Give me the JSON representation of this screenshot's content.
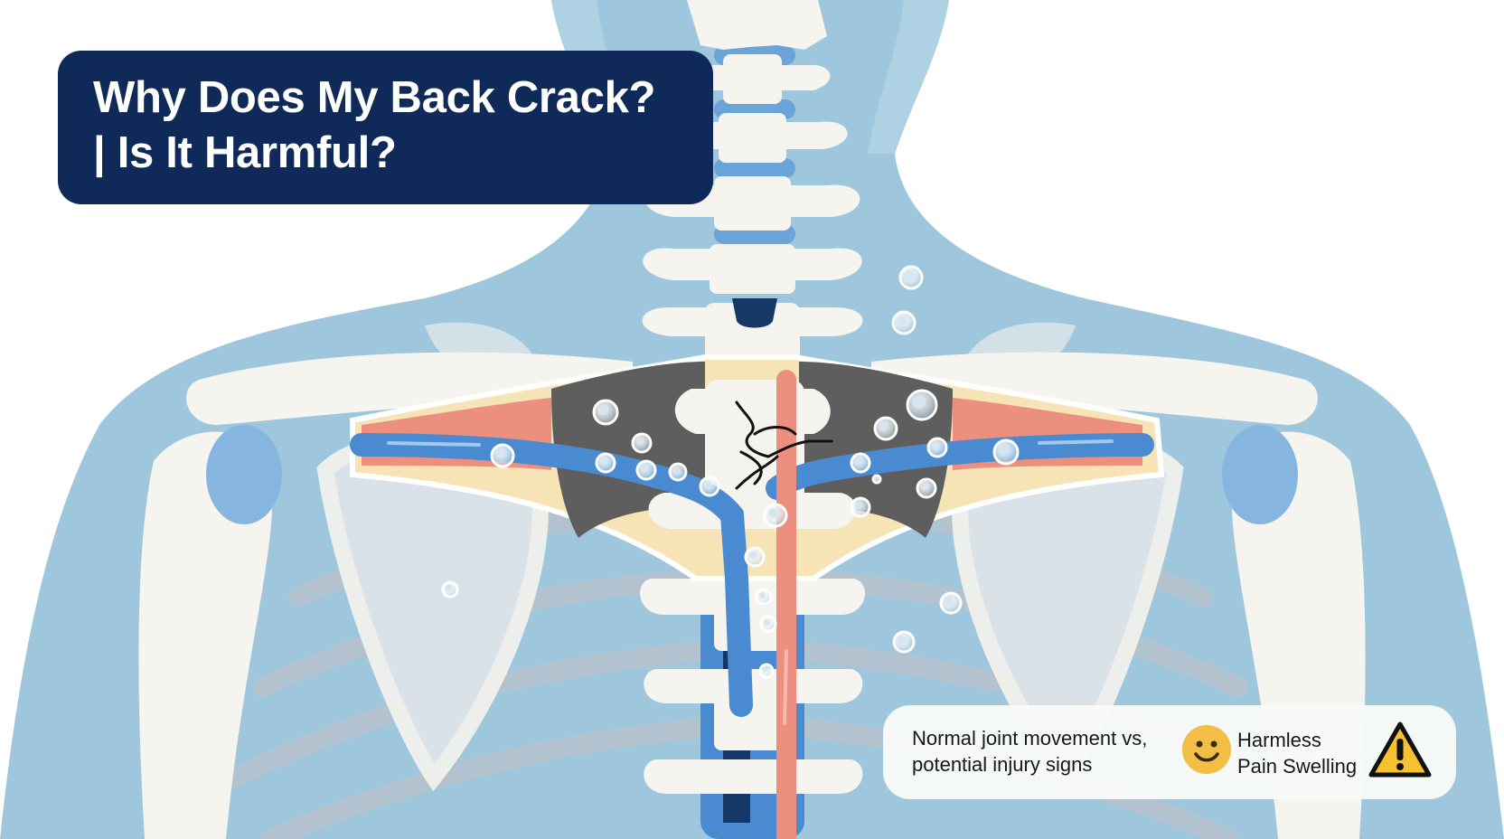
{
  "title": {
    "line1": "Why Does My Back Crack?",
    "line2": "| Is It Harmful?"
  },
  "legend": {
    "caption_line1": "Normal joint movement vs,",
    "caption_line2": "potential injury signs",
    "harmless_label": "Harmless",
    "pain_label": "Pain Swelling",
    "harmless_icon": "smiley-face-icon",
    "warning_icon": "warning-triangle-icon"
  },
  "colors": {
    "title_background": "#0f2a58",
    "body_blue": "#9ec6dc",
    "bone": "#f6f4ee",
    "nerve_blue": "#4a8ad0",
    "muscle_red": "#ec8f7f",
    "joint_dark": "#5e5e5e",
    "smiley_yellow": "#f2be45",
    "warning_yellow": "#f5c12e"
  }
}
